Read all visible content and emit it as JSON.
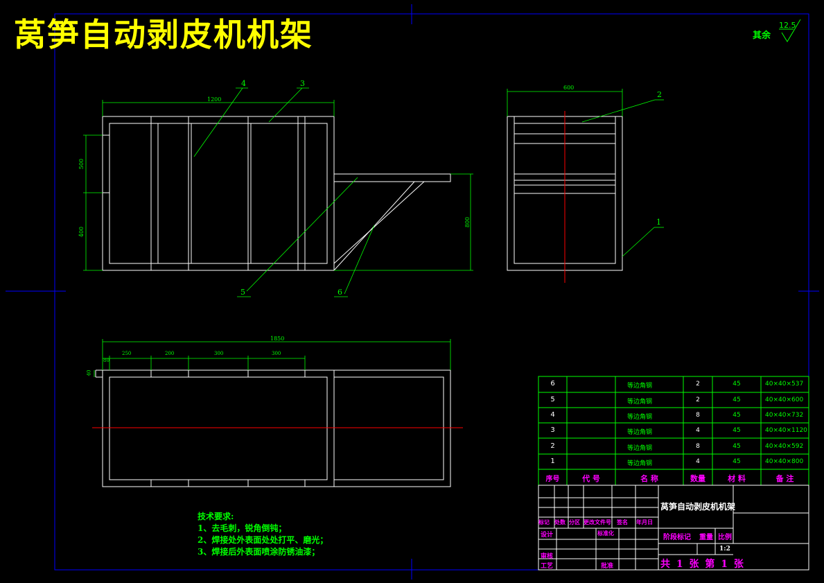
{
  "title": "莴笋自动剥皮机机架",
  "roughness": {
    "rest_label": "其余",
    "value": "12.5"
  },
  "dims": {
    "front_width": "1200",
    "front_left_upper": "500",
    "front_left_lower": "400",
    "front_right_height": "800",
    "side_width": "600",
    "top_total": "1850",
    "top_seg_1": "80",
    "top_seg_2": "250",
    "top_seg_3": "200",
    "top_seg_4": "300",
    "top_seg_5": "300",
    "top_left_small": "40"
  },
  "balloons": {
    "b1": "1",
    "b2": "2",
    "b3": "3",
    "b4": "4",
    "b5": "5",
    "b6": "6"
  },
  "tech_requirements": {
    "heading": "技术要求:",
    "item1": "1、去毛刺，锐角倒钝；",
    "item2": "2、焊接处外表面处处打平、磨光；",
    "item3": "3、焊接后外表面喷涂防锈油漆；"
  },
  "parts_list": {
    "rows": [
      {
        "no": "6",
        "code": "",
        "name": "等边角钢",
        "qty": "2",
        "material": "45",
        "note": "40×40×537"
      },
      {
        "no": "5",
        "code": "",
        "name": "等边角钢",
        "qty": "2",
        "material": "45",
        "note": "40×40×600"
      },
      {
        "no": "4",
        "code": "",
        "name": "等边角钢",
        "qty": "8",
        "material": "45",
        "note": "40×40×732"
      },
      {
        "no": "3",
        "code": "",
        "name": "等边角钢",
        "qty": "4",
        "material": "45",
        "note": "40×40×1120"
      },
      {
        "no": "2",
        "code": "",
        "name": "等边角钢",
        "qty": "8",
        "material": "45",
        "note": "40×40×592"
      },
      {
        "no": "1",
        "code": "",
        "name": "等边角钢",
        "qty": "4",
        "material": "45",
        "note": "40×40×800"
      }
    ],
    "header": {
      "no": "序号",
      "code": "代 号",
      "name": "名 称",
      "qty": "数量",
      "material": "材 料",
      "note": "备 注"
    }
  },
  "title_block": {
    "drawing_name": "莴笋自动剥皮机机架",
    "rev_marks": "标记",
    "rev_count": "处数",
    "rev_zone": "分区",
    "rev_docno": "更改文件号",
    "rev_sign": "签名",
    "rev_date": "年月日",
    "design": "设计",
    "standardize": "标准化",
    "stage_mark": "阶段标记",
    "weight": "重量",
    "scale_label": "比例",
    "scale": "1:2",
    "review": "审核",
    "process": "工艺",
    "approve": "批准",
    "sheets": "共 1 张 第 1 张"
  },
  "colors": {
    "frame": "#ffffff",
    "dimension": "#00ff00",
    "center": "#ff0000",
    "border": "#0000ff",
    "title": "#ffff00",
    "label": "#ff00ff"
  }
}
